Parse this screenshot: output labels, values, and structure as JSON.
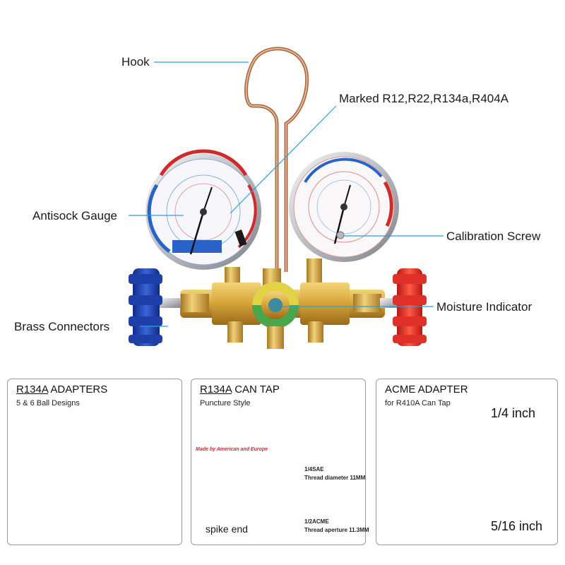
{
  "callouts": {
    "hook": "Hook",
    "marked": "Marked R12,R22,R134a,R404A",
    "antisock_gauge": "Antisock Gauge",
    "calibration_screw": "Calibration Screw",
    "moisture_indicator": "Moisture Indicator",
    "brass_connectors": "Brass Connectors"
  },
  "panels": {
    "adapters": {
      "title_prefix": "R134A",
      "title_suffix": " ADAPTERS",
      "subtitle": "5 & 6 Ball Designs"
    },
    "can_tap": {
      "title_prefix": "R134A",
      "title_suffix": " CAN TAP",
      "subtitle": "Puncture Style",
      "made_by": "Made by American and Europe",
      "sae_label": "1/4SAE",
      "sae_detail": "Thread diameter 11MM",
      "acme_label": "1/2ACME",
      "acme_detail": "Thread aperture 11.3MM",
      "spike_end": "spike end"
    },
    "acme": {
      "title": "ACME ADAPTER",
      "subtitle": "for R410A Can Tap",
      "top_size": "1/4 inch",
      "bottom_size": "5/16 inch"
    }
  },
  "colors": {
    "callout_line": "#2a9fd8",
    "brass": "#d4a53a",
    "low_side_blue": "#1f3fa8",
    "high_side_red": "#e0302a"
  }
}
